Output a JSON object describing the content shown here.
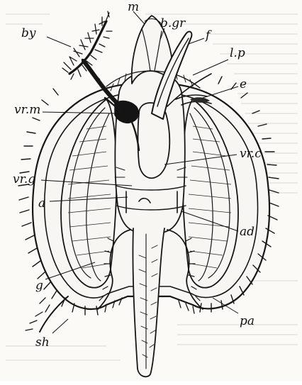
{
  "figure": {
    "labels": {
      "m": "m",
      "bgr": "b.gr",
      "by": "by",
      "f": "f",
      "lp": "l.p",
      "e": "e",
      "vrm": "vr.m",
      "vrc": "vr.c",
      "vrg": "vr.g",
      "a": "a",
      "ad": "ad",
      "g": "g",
      "pa": "pa",
      "sh": "sh"
    }
  }
}
